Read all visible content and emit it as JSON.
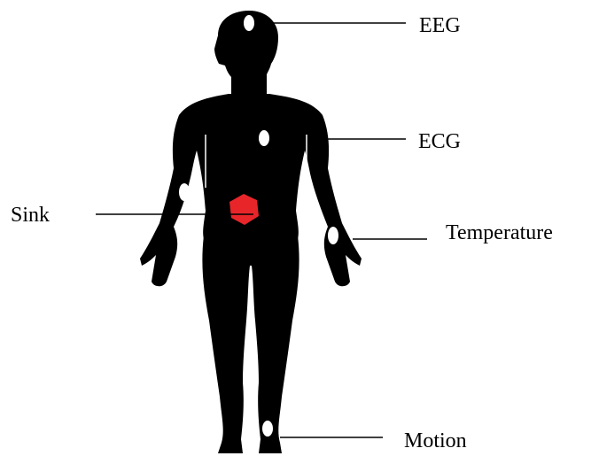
{
  "labels": {
    "eeg": "EEG",
    "ecg": "ECG",
    "sink": "Sink",
    "temperature": "Temperature",
    "motion": "Motion"
  },
  "colors": {
    "silhouette": "#000000",
    "sensor": "#ffffff",
    "sink": "#e8262a",
    "line": "#000000"
  },
  "icons": {
    "sensor": "white-oval",
    "sink": "red-hexagon"
  }
}
